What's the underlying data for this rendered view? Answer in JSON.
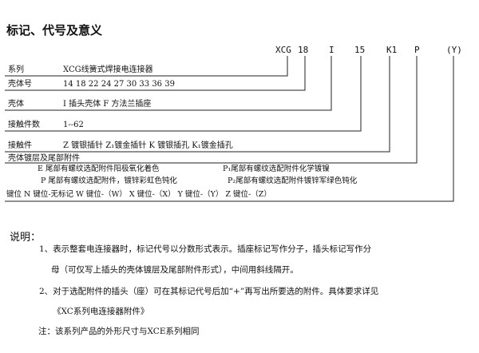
{
  "title": "标记、代号及意义",
  "codes": [
    "XCG",
    "18",
    "I",
    "15",
    "K1",
    "P",
    "(Y)"
  ],
  "rows": [
    {
      "label": "系列",
      "value": "XCG线簧式焊接电连接器"
    },
    {
      "label": "壳体号",
      "value": "14 18 22 24 27 30 33 36 39"
    },
    {
      "label": "壳体",
      "value": "I 插头壳体 F 方法兰插座"
    },
    {
      "label": "接触件数",
      "value": "1--62"
    },
    {
      "label": "接触件",
      "value": "Z  镀银插针  Z₁镀金插针   K  镀银插孔   K₁镀金插孔"
    },
    {
      "label": "壳体镀层及尾部附件"
    }
  ],
  "finish_lines": [
    {
      "left": "E 尾部有螺纹选配附件阳极氧化着色",
      "right": "P₁尾部有螺纹选配附件化学镀镍"
    },
    {
      "left": "P 尾部有螺纹选配附件，镀锌彩虹色钝化",
      "right": "P₂尾部有螺纹选配附件镀锌军绿色钝化"
    }
  ],
  "keying": "键位  N 键位-无标记  W 键位-（W）  X 键位-（X）  Y 键位-（Y）  Z 键位-（Z）",
  "explain_title": "说明：",
  "explain": [
    "1、表示整套电连接器时，标记代号以分数形式表示。插座标记写作分子，插头标记写作分",
    "母（可仅写上插头的壳体镀层及尾部附件形式），中间用斜线隔开。",
    "2、对于选配附件的插头（座）可在其标记代号后加“+”再写出所要选的附件。具体要求详见",
    "《XC系列电连接器附件》"
  ],
  "footnote": "注：该系列产品的外形尺寸与XCE系列相同"
}
